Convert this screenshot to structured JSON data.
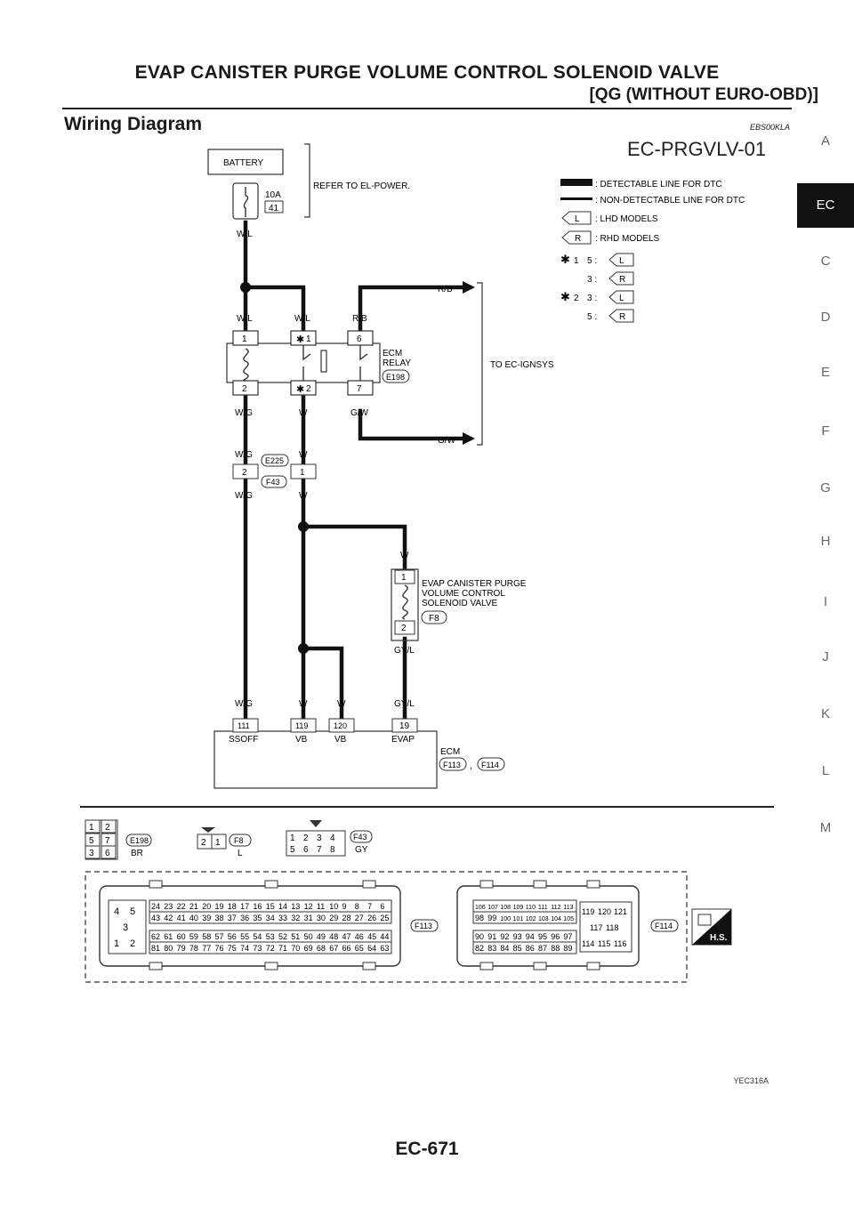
{
  "header": {
    "title": "EVAP CANISTER PURGE VOLUME CONTROL SOLENOID VALVE",
    "subtitle": "[QG (WITHOUT EURO-OBD)]"
  },
  "section": {
    "title": "Wiring Diagram",
    "code": "EBS00KLA"
  },
  "diagram_id": "EC-PRGVLV-01",
  "side_index": [
    "A",
    "EC",
    "C",
    "D",
    "E",
    "F",
    "G",
    "H",
    "I",
    "J",
    "K",
    "L",
    "M"
  ],
  "side_active": "EC",
  "legend": {
    "detectable": ": DETECTABLE LINE FOR DTC",
    "non_detectable": ": NON-DETECTABLE LINE FOR DTC",
    "lhd_tag": "L",
    "lhd": ": LHD MODELS",
    "rhd_tag": "R",
    "rhd": ": RHD MODELS",
    "note1": "1",
    "note2": "2",
    "n1a": "5 :",
    "n1b": "3 :",
    "n2a": "3 :",
    "n2b": "5 :"
  },
  "battery": {
    "label": "BATTERY",
    "fuse_amp": "10A",
    "fuse_no": "41",
    "refer": "REFER TO EL-POWER."
  },
  "wires": {
    "wl": "W/L",
    "rb": "R/B",
    "wg": "W/G",
    "w": "W",
    "gw": "G/W",
    "gyl": "GY/L"
  },
  "relay": {
    "line1": "ECM",
    "line2": "RELAY",
    "conn": "E198",
    "p1": "1",
    "p6": "6",
    "p2": "2",
    "p7": "7",
    "star1": "1",
    "star2": "2",
    "to": "TO EC-IGNSYS"
  },
  "joint": {
    "c1": "E225",
    "c2": "F43",
    "p2": "2",
    "p1": "1"
  },
  "valve": {
    "line1": "EVAP CANISTER PURGE",
    "line2": "VOLUME CONTROL",
    "line3": "SOLENOID VALVE",
    "conn": "F8",
    "p1": "1",
    "p2": "2"
  },
  "ecm": {
    "label": "ECM",
    "c1": "F113",
    "c2": "F114",
    "sep": ",",
    "pins": [
      "111",
      "119",
      "120",
      "19"
    ],
    "names": [
      "SSOFF",
      "VB",
      "VB",
      "EVAP"
    ]
  },
  "connectors_small": {
    "e198": {
      "id": "E198",
      "color": "BR",
      "pins": [
        "1",
        "2",
        "5",
        "7",
        "3",
        "6"
      ]
    },
    "f8": {
      "id": "F8",
      "color": "L",
      "pins": [
        "2",
        "1"
      ]
    },
    "f43": {
      "id": "F43",
      "color": "GY",
      "pins": [
        "1",
        "2",
        "3",
        "4",
        "5",
        "6",
        "7",
        "8"
      ]
    }
  },
  "connectors_large": {
    "f113": {
      "id": "F113",
      "left": [
        "4",
        "5",
        "3",
        "1",
        "2"
      ],
      "r1": [
        "24",
        "23",
        "22",
        "21",
        "20",
        "19",
        "18",
        "17",
        "16",
        "15",
        "14",
        "13",
        "12",
        "11",
        "10",
        "9",
        "8",
        "7",
        "6"
      ],
      "r2": [
        "43",
        "42",
        "41",
        "40",
        "39",
        "38",
        "37",
        "36",
        "35",
        "34",
        "33",
        "32",
        "31",
        "30",
        "29",
        "28",
        "27",
        "26",
        "25"
      ],
      "r3": [
        "62",
        "61",
        "60",
        "59",
        "58",
        "57",
        "56",
        "55",
        "54",
        "53",
        "52",
        "51",
        "50",
        "49",
        "48",
        "47",
        "46",
        "45",
        "44"
      ],
      "r4": [
        "81",
        "80",
        "79",
        "78",
        "77",
        "76",
        "75",
        "74",
        "73",
        "72",
        "71",
        "70",
        "69",
        "68",
        "67",
        "66",
        "65",
        "64",
        "63"
      ]
    },
    "f114": {
      "id": "F114",
      "r1": [
        "106",
        "107",
        "108",
        "109",
        "110",
        "111",
        "112",
        "113"
      ],
      "r2": [
        "98",
        "99",
        "100",
        "101",
        "102",
        "103",
        "104",
        "105"
      ],
      "r3": [
        "90",
        "91",
        "92",
        "93",
        "94",
        "95",
        "96",
        "97"
      ],
      "r4": [
        "82",
        "83",
        "84",
        "85",
        "86",
        "87",
        "88",
        "89"
      ],
      "right": [
        "119",
        "120",
        "121",
        "117",
        "118",
        "114",
        "115",
        "116"
      ]
    },
    "hs": "H.S."
  },
  "ref_code": "YEC316A",
  "page_no": "EC-671"
}
